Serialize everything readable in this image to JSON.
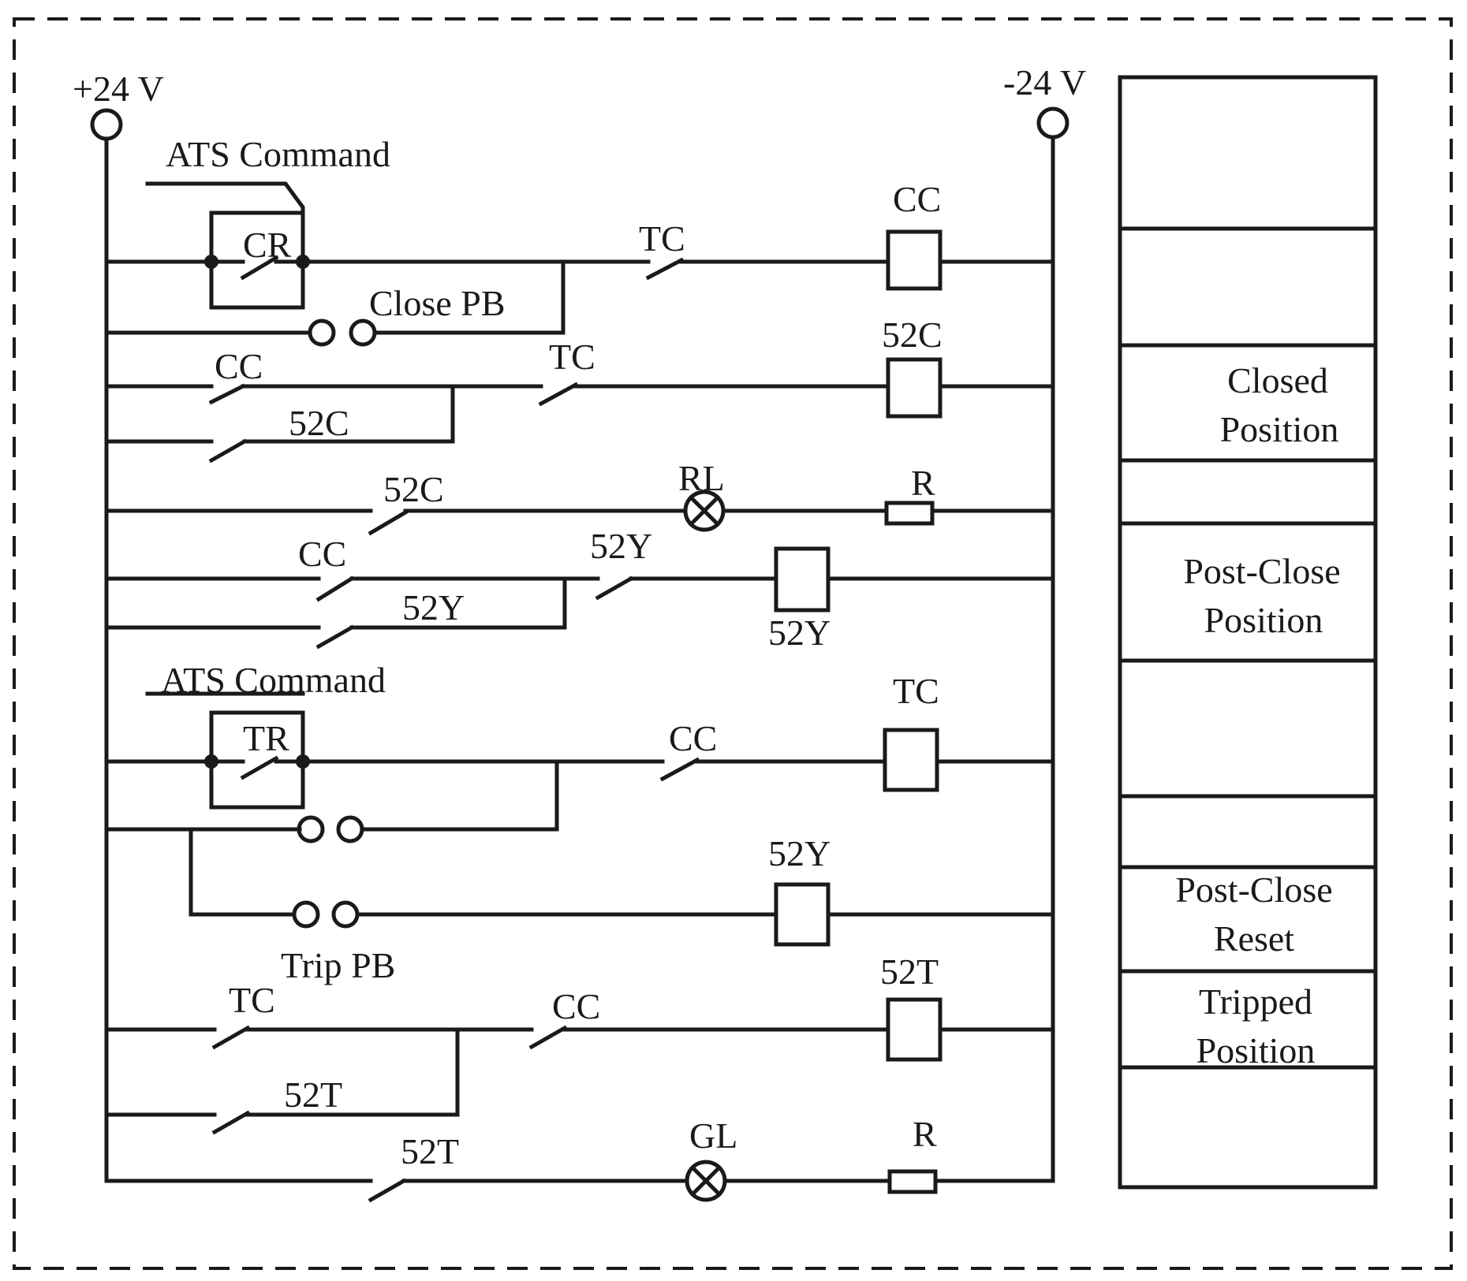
{
  "terminals": {
    "positive": "+24 V",
    "negative": "-24 V"
  },
  "labels": {
    "ats_command_close": "ATS Command",
    "cr": "CR",
    "close_pb": "Close PB",
    "tc_r1": "TC",
    "cc_coil": "CC",
    "cc_r3": "CC",
    "tc_r3": "TC",
    "c52_coil": "52C",
    "c52_r3b": "52C",
    "c52_r4": "52C",
    "rl": "RL",
    "r_r4": "R",
    "cc_r5": "CC",
    "y52_r5": "52Y",
    "y52_r5b": "52Y",
    "y52_coil": "52Y",
    "ats_command_trip": "ATS Command",
    "tr": "TR",
    "cc_r6": "CC",
    "tc_coil": "TC",
    "y52_coil2": "52Y",
    "trip_pb": "Trip PB",
    "tc_r9": "TC",
    "cc_r9": "CC",
    "t52_coil": "52T",
    "t52_r9b": "52T",
    "t52_r10": "52T",
    "gl": "GL",
    "r_r10": "R"
  },
  "positions": {
    "closed_1": "Closed",
    "closed_2": "Position",
    "post_close_1": "Post-Close",
    "post_close_2": "Position",
    "post_close_reset_1": "Post-Close",
    "post_close_reset_2": "Reset",
    "tripped_1": "Tripped",
    "tripped_2": "Position"
  }
}
